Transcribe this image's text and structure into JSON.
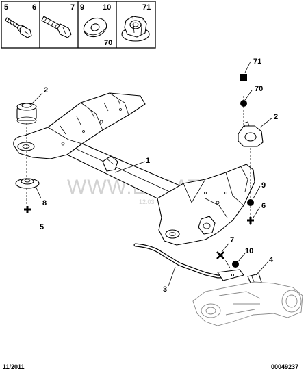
{
  "header_boxes": [
    {
      "id": "box-5-6",
      "labels": [
        "5",
        "6"
      ]
    },
    {
      "id": "box-7",
      "labels": [
        "7"
      ]
    },
    {
      "id": "box-9-10-70",
      "labels": [
        "9",
        "10",
        "70"
      ]
    },
    {
      "id": "box-71",
      "labels": [
        "71"
      ]
    }
  ],
  "callouts": {
    "c1": "1",
    "c2_left": "2",
    "c2_right": "2",
    "c3": "3",
    "c4": "4",
    "c5": "5",
    "c6": "6",
    "c7": "7",
    "c8": "8",
    "c9": "9",
    "c10": "10",
    "c70": "70",
    "c71": "71"
  },
  "watermark": {
    "main": "WWW.ELCATS.RU",
    "sub": "12.03"
  },
  "footer": {
    "date": "11/2011",
    "ref": "00049237"
  }
}
